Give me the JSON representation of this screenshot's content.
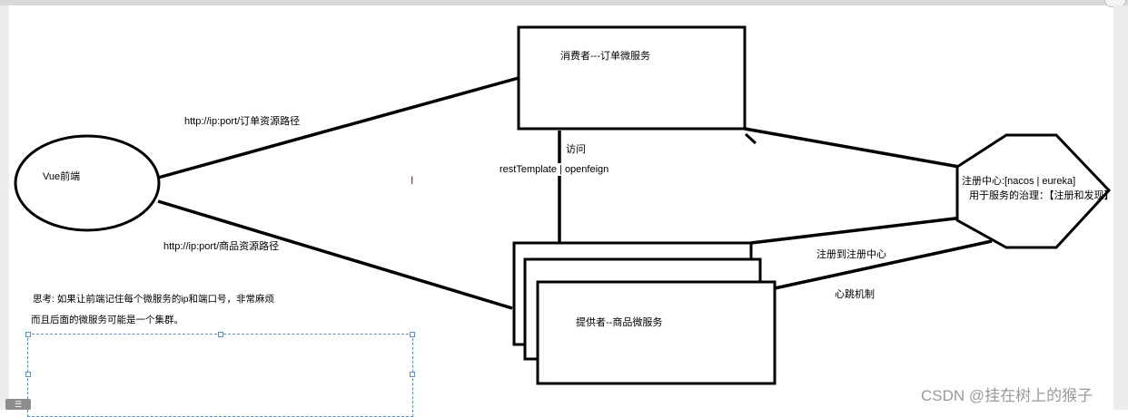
{
  "diagram": {
    "consumer": "消费者---订单微服务",
    "frontend": "Vue前端",
    "link_order": "http://ip:port/订单资源路径",
    "link_goods": "http://ip:port/商品资源路径",
    "access": "访问",
    "rest": "restTemplate | openfeign",
    "registry_line1": "注册中心:[nacos | eureka]",
    "registry_line2": "用于服务的治理：【注册和发现】",
    "register_to": "注册到注册中心",
    "heartbeat": "心跳机制",
    "provider": "提供者--商品微服务",
    "note_line1": "思考: 如果让前端记住每个微服务的ip和端口号，非常麻烦",
    "note_line2": "而且后面的微服务可能是一个集群。"
  },
  "watermark": "CSDN @挂在树上的猴子",
  "icons": {
    "cursor": "text-cursor-icon",
    "status": "list-icon"
  }
}
